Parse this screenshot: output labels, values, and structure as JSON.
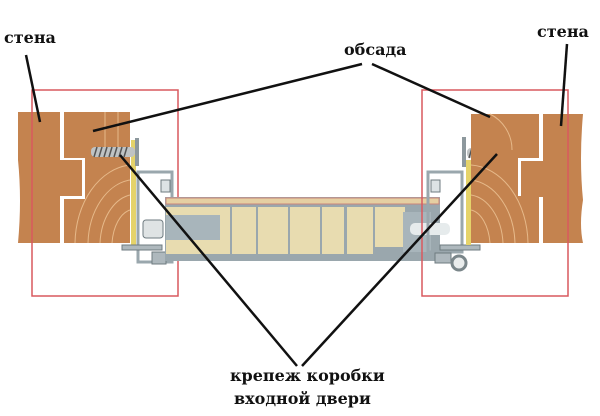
{
  "labels": {
    "wall_left": "стена",
    "wall_right": "стена",
    "casing": "обсада",
    "fastener_line1": "крепеж коробки",
    "fastener_line2": "входной двери"
  },
  "colors": {
    "wood": "#c4834f",
    "wood_grain": "#e6b98a",
    "frame_steel": "#9aa7ad",
    "insulation": "#e8dcb0",
    "highlight_box": "#d9595e",
    "leader_line": "#111111"
  }
}
